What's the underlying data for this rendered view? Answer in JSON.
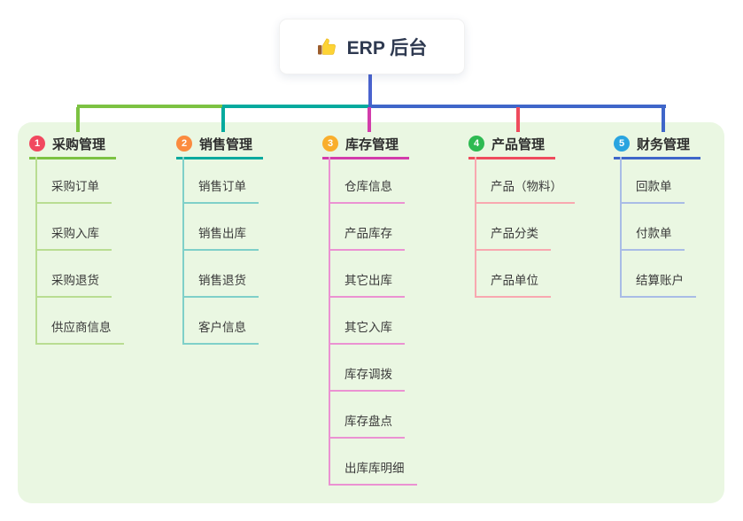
{
  "root": {
    "icon": "thumbs-up",
    "label": "ERP 后台"
  },
  "connector": {
    "root_color": "#4a63ce"
  },
  "branches": [
    {
      "num": "1",
      "label": "采购管理",
      "badge_color": "#f1485f",
      "line_color": "#7cc242",
      "child_line_color": "#b9dd92",
      "children": [
        "采购订单",
        "采购入库",
        "采购退货",
        "供应商信息"
      ]
    },
    {
      "num": "2",
      "label": "销售管理",
      "badge_color": "#fb8b3f",
      "line_color": "#05aa9e",
      "child_line_color": "#7fd0c9",
      "children": [
        "销售订单",
        "销售出库",
        "销售退货",
        "客户信息"
      ]
    },
    {
      "num": "3",
      "label": "库存管理",
      "badge_color": "#f9ae2c",
      "line_color": "#d23cab",
      "child_line_color": "#eb92d2",
      "children": [
        "仓库信息",
        "产品库存",
        "其它出库",
        "其它入库",
        "库存调拨",
        "库存盘点",
        "出库库明细"
      ]
    },
    {
      "num": "4",
      "label": "产品管理",
      "badge_color": "#2eba52",
      "line_color": "#ef4b5d",
      "child_line_color": "#f8a8b0",
      "children": [
        "产品（物料）",
        "产品分类",
        "产品单位"
      ]
    },
    {
      "num": "5",
      "label": "财务管理",
      "badge_color": "#29a4e0",
      "line_color": "#3f66c9",
      "child_line_color": "#a9bce6",
      "children": [
        "回款单",
        "付款单",
        "结算账户"
      ]
    }
  ]
}
